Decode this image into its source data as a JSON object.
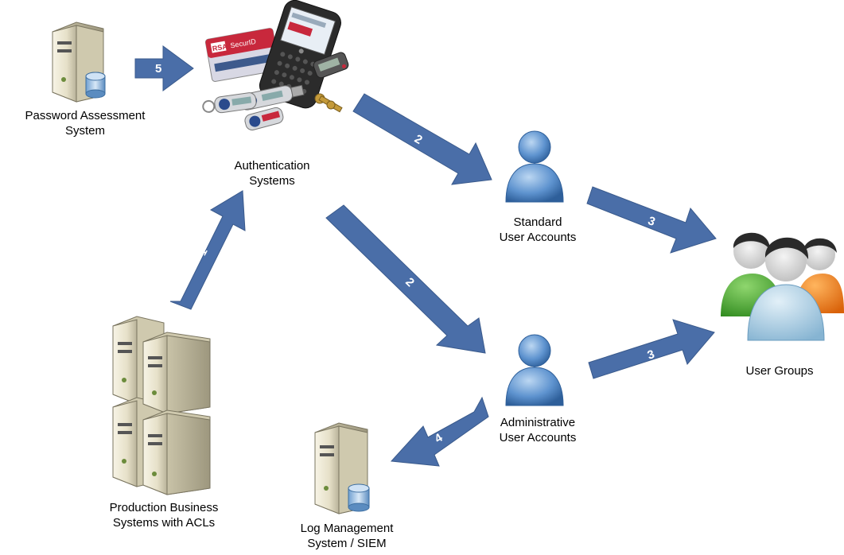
{
  "colors": {
    "arrow_fill": "#4a6ea8",
    "arrow_stroke": "#3a5a8c",
    "server": "#e8e3cf",
    "user_blue": "#5a8fce",
    "user_green": "#3fa12c",
    "user_orange": "#f07a10",
    "user_lightblue": "#9ec7e0"
  },
  "nodes": {
    "password_assessment": {
      "line1": "Password Assessment",
      "line2": "System",
      "icon": "server-with-database-icon"
    },
    "authentication": {
      "line1": "Authentication",
      "line2": "Systems",
      "icon": "authentication-tokens-icon"
    },
    "standard_users": {
      "line1": "Standard",
      "line2": "User Accounts",
      "icon": "user-icon"
    },
    "admin_users": {
      "line1": "Administrative",
      "line2": "User Accounts",
      "icon": "user-icon"
    },
    "user_groups": {
      "line1": "User Groups",
      "icon": "user-group-icon"
    },
    "production": {
      "line1": "Production Business",
      "line2": "Systems with ACLs",
      "icon": "server-cluster-icon"
    },
    "log_management": {
      "line1": "Log Management",
      "line2": "System / SIEM",
      "icon": "server-with-database-icon"
    }
  },
  "arrows": {
    "a5": {
      "label": "5",
      "from": "Password Assessment System",
      "to": "Authentication Systems"
    },
    "a1": {
      "label": "1",
      "from": "Production Business Systems with ACLs",
      "to": "Authentication Systems"
    },
    "a2_std": {
      "label": "2",
      "from": "Authentication Systems",
      "to": "Standard User Accounts"
    },
    "a2_adm": {
      "label": "2",
      "from": "Authentication Systems",
      "to": "Administrative User Accounts"
    },
    "a3_std": {
      "label": "3",
      "from": "Standard User Accounts",
      "to": "User Groups"
    },
    "a3_adm": {
      "label": "3",
      "from": "Administrative User Accounts",
      "to": "User Groups"
    },
    "a4": {
      "label": "4",
      "from": "Administrative User Accounts",
      "to": "Log Management System / SIEM"
    }
  },
  "auth_devices": {
    "token_brand": "RSA",
    "token_product": "SecurID"
  }
}
